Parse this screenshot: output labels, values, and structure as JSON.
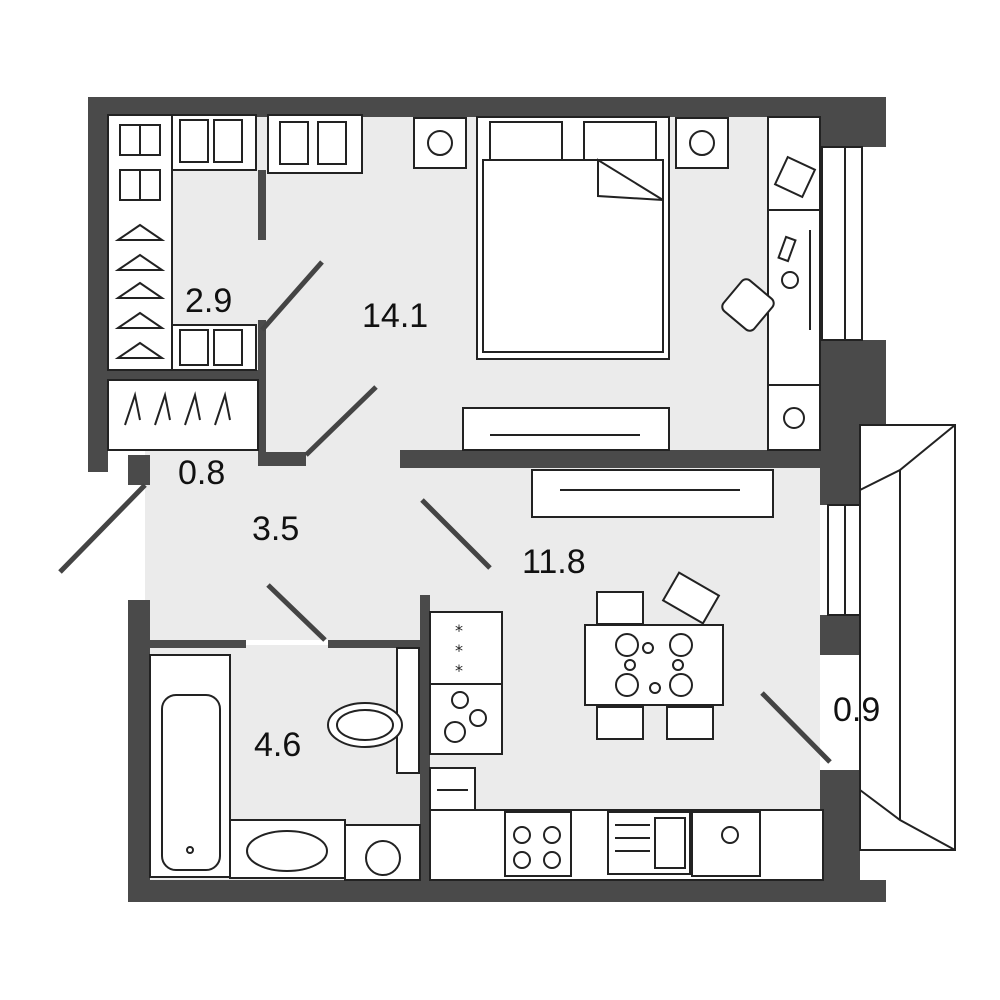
{
  "colors": {
    "wall": "#4a4a4a",
    "floor": "#ebebeb",
    "furniture_stroke": "#222222",
    "label": "#111111"
  },
  "rooms": {
    "wardrobe": {
      "area": "2.9"
    },
    "bedroom": {
      "area": "14.1"
    },
    "closet": {
      "area": "0.8"
    },
    "hall": {
      "area": "3.5"
    },
    "kitchen": {
      "area": "11.8"
    },
    "bathroom": {
      "area": "4.6"
    },
    "balcony": {
      "area": "0.9"
    }
  },
  "icons": {
    "shirt": "shirt-icon",
    "hanger": "hanger-icon",
    "bed": "bed-icon",
    "lamp": "lamp-icon",
    "tv": "tv-icon",
    "desk": "desk-icon",
    "stove": "stove-icon",
    "sink": "sink-icon",
    "toilet": "toilet-icon",
    "bathtub": "bathtub-icon",
    "washing_machine": "washing-machine-icon",
    "table": "dining-table-icon",
    "chair": "chair-icon",
    "door": "door-swing-icon"
  }
}
